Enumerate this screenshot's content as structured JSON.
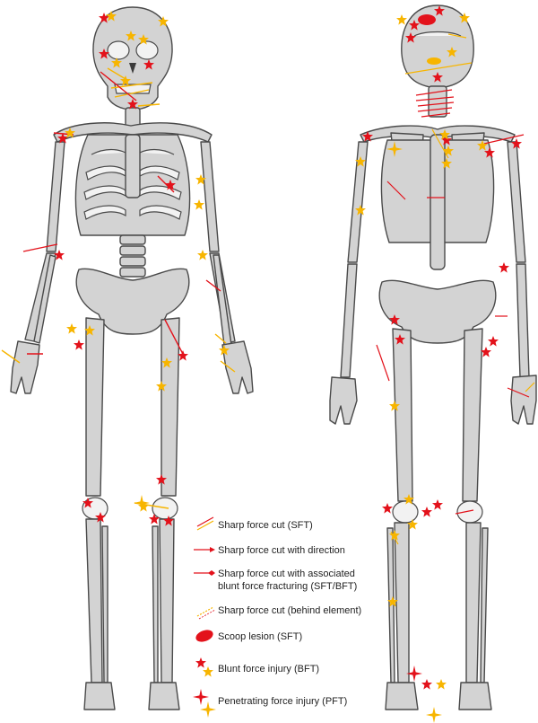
{
  "legend": {
    "items": [
      {
        "key": "sft",
        "label": "Sharp force cut (SFT)"
      },
      {
        "key": "sft-direction",
        "label": "Sharp force cut with direction"
      },
      {
        "key": "sft-bft",
        "label_line1": "Sharp force cut with associated",
        "label_line2": "blunt force fracturing (SFT/BFT)"
      },
      {
        "key": "sft-behind",
        "label": "Sharp force cut (behind element)"
      },
      {
        "key": "scoop",
        "label": "Scoop lesion (SFT)"
      },
      {
        "key": "bft",
        "label": "Blunt force injury (BFT)"
      },
      {
        "key": "pft",
        "label": "Penetrating force injury (PFT)"
      }
    ]
  },
  "colors": {
    "red": "#e3121b",
    "orange": "#f7b500",
    "bone_fill": "#d3d3d3",
    "bone_stroke": "#4a4a4a"
  },
  "views": [
    "anterior",
    "posterior"
  ]
}
